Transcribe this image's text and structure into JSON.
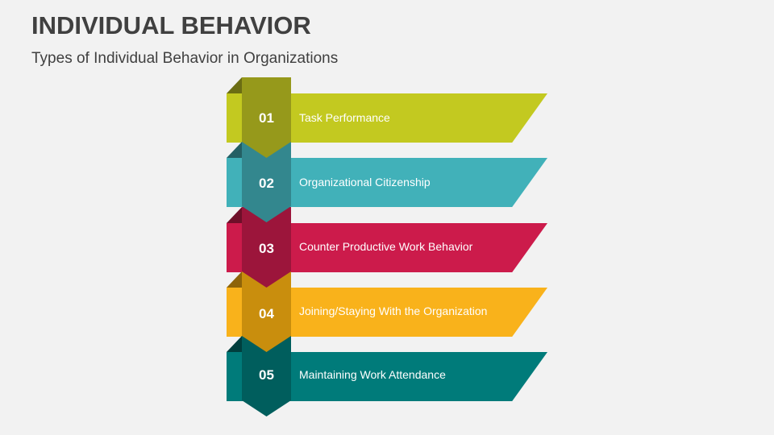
{
  "header": {
    "title": "INDIVIDUAL BEHAVIOR",
    "subtitle": "Types of Individual Behavior in Organizations"
  },
  "items": [
    {
      "number": "01",
      "label": "Task Performance",
      "banner_color": "#c3c920",
      "tab_color": "#96991b",
      "fold_color": "#6b6d13"
    },
    {
      "number": "02",
      "label": "Organizational Citizenship",
      "banner_color": "#41b1b9",
      "tab_color": "#33878e",
      "fold_color": "#245f64"
    },
    {
      "number": "03",
      "label": "Counter Productive Work Behavior",
      "banner_color": "#cc1b4b",
      "tab_color": "#9c153b",
      "fold_color": "#6e0f29"
    },
    {
      "number": "04",
      "label": "Joining/Staying With the Organization",
      "banner_color": "#f9b21b",
      "tab_color": "#c98e0d",
      "fold_color": "#8e6409"
    },
    {
      "number": "05",
      "label": "Maintaining Work Attendance",
      "banner_color": "#007b7a",
      "tab_color": "#005e5d",
      "fold_color": "#003e3d"
    }
  ]
}
